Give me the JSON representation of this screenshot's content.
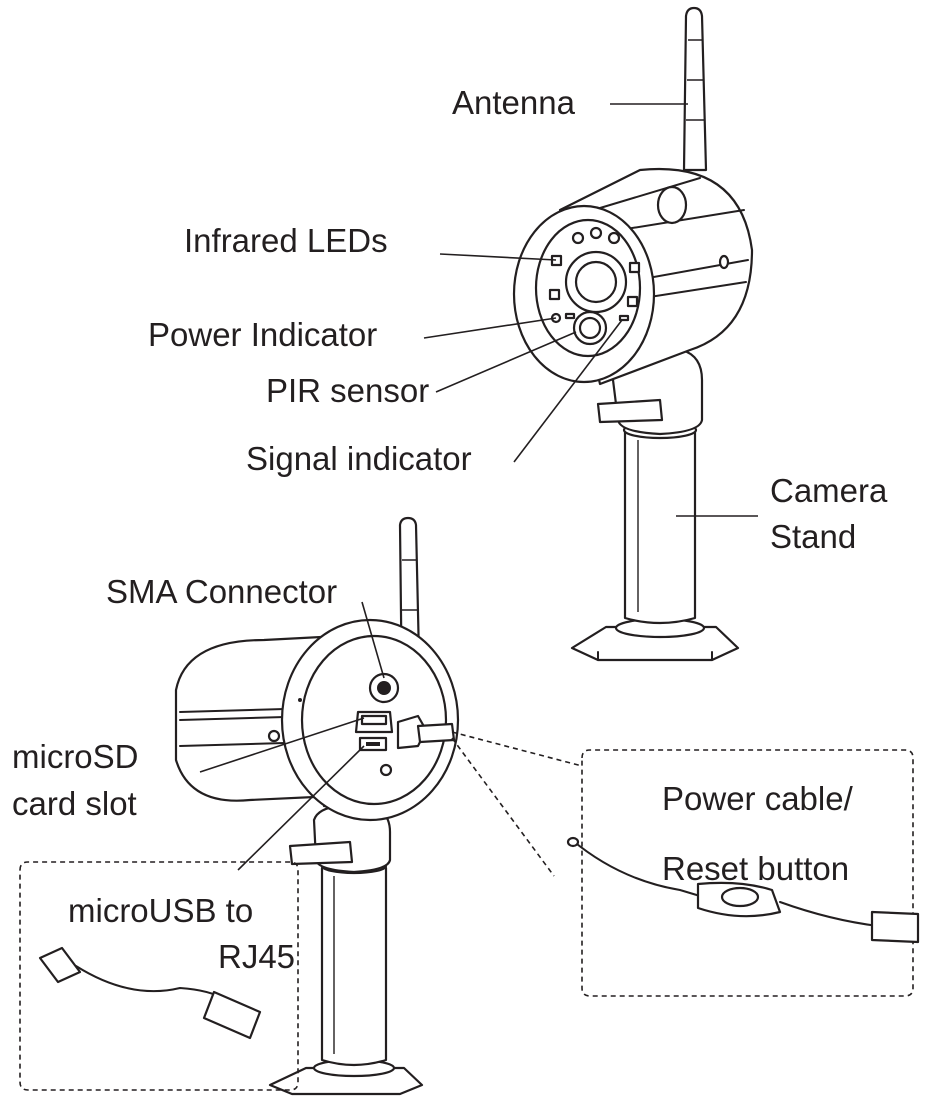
{
  "labels": {
    "antenna": "Antenna",
    "infrared_leds": "Infrared LEDs",
    "power_indicator": "Power Indicator",
    "pir_sensor": "PIR sensor",
    "signal_indicator": "Signal indicator",
    "camera_stand_line1": "Camera",
    "camera_stand_line2": "Stand",
    "sma_connector": "SMA Connector",
    "microsd_line1": "microSD",
    "microsd_line2": "card slot",
    "power_cable_line1": "Power cable/",
    "power_cable_line2": "Reset button",
    "microusb_line1": "microUSB to",
    "microusb_line2": "RJ45"
  }
}
